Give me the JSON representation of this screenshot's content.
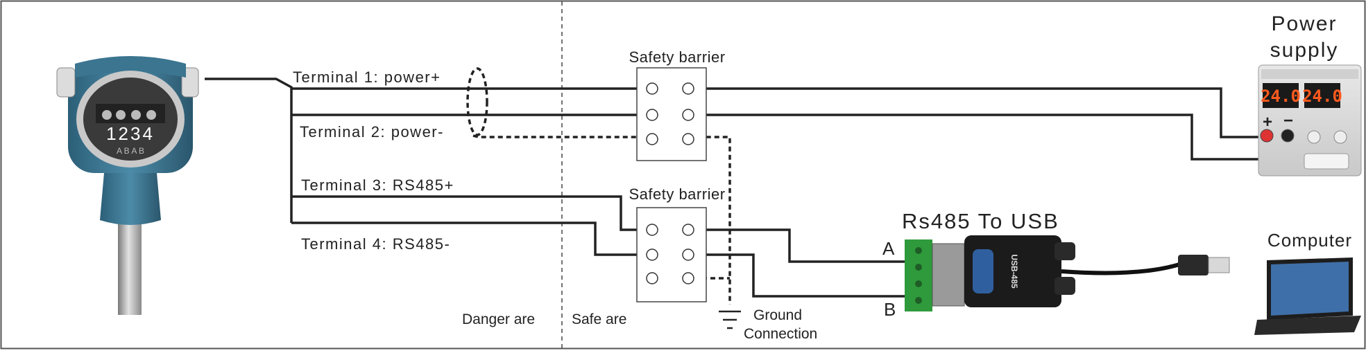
{
  "terminals": {
    "t1": "Terminal 1: power+",
    "t2": "Terminal 2: power-",
    "t3": "Terminal 3: RS485+",
    "t4": "Terminal 4: RS485-"
  },
  "transmitter": {
    "terminal_numbers": "1234",
    "terminal_letters": "A  B  A  B"
  },
  "safety_barrier_top": "Safety barrier",
  "safety_barrier_bottom": "Safety barrier",
  "power_supply": {
    "title_line1": "Power",
    "title_line2": "supply",
    "display_left": "24.0",
    "display_right": "24.0",
    "plus": "+",
    "minus": "−"
  },
  "converter": {
    "title": "Rs485 To USB",
    "pin_a": "A",
    "pin_b": "B",
    "body_text": "USB-485"
  },
  "computer_label": "Computer",
  "zones": {
    "danger": "Danger are",
    "safe": "Safe are"
  },
  "ground": {
    "line1": "Ground",
    "line2": "Connection"
  },
  "colors": {
    "transmitter_body": "#3d7a95",
    "wire": "#222222",
    "display": "#ff5a1f",
    "terminal_block": "#2f9a3c"
  }
}
